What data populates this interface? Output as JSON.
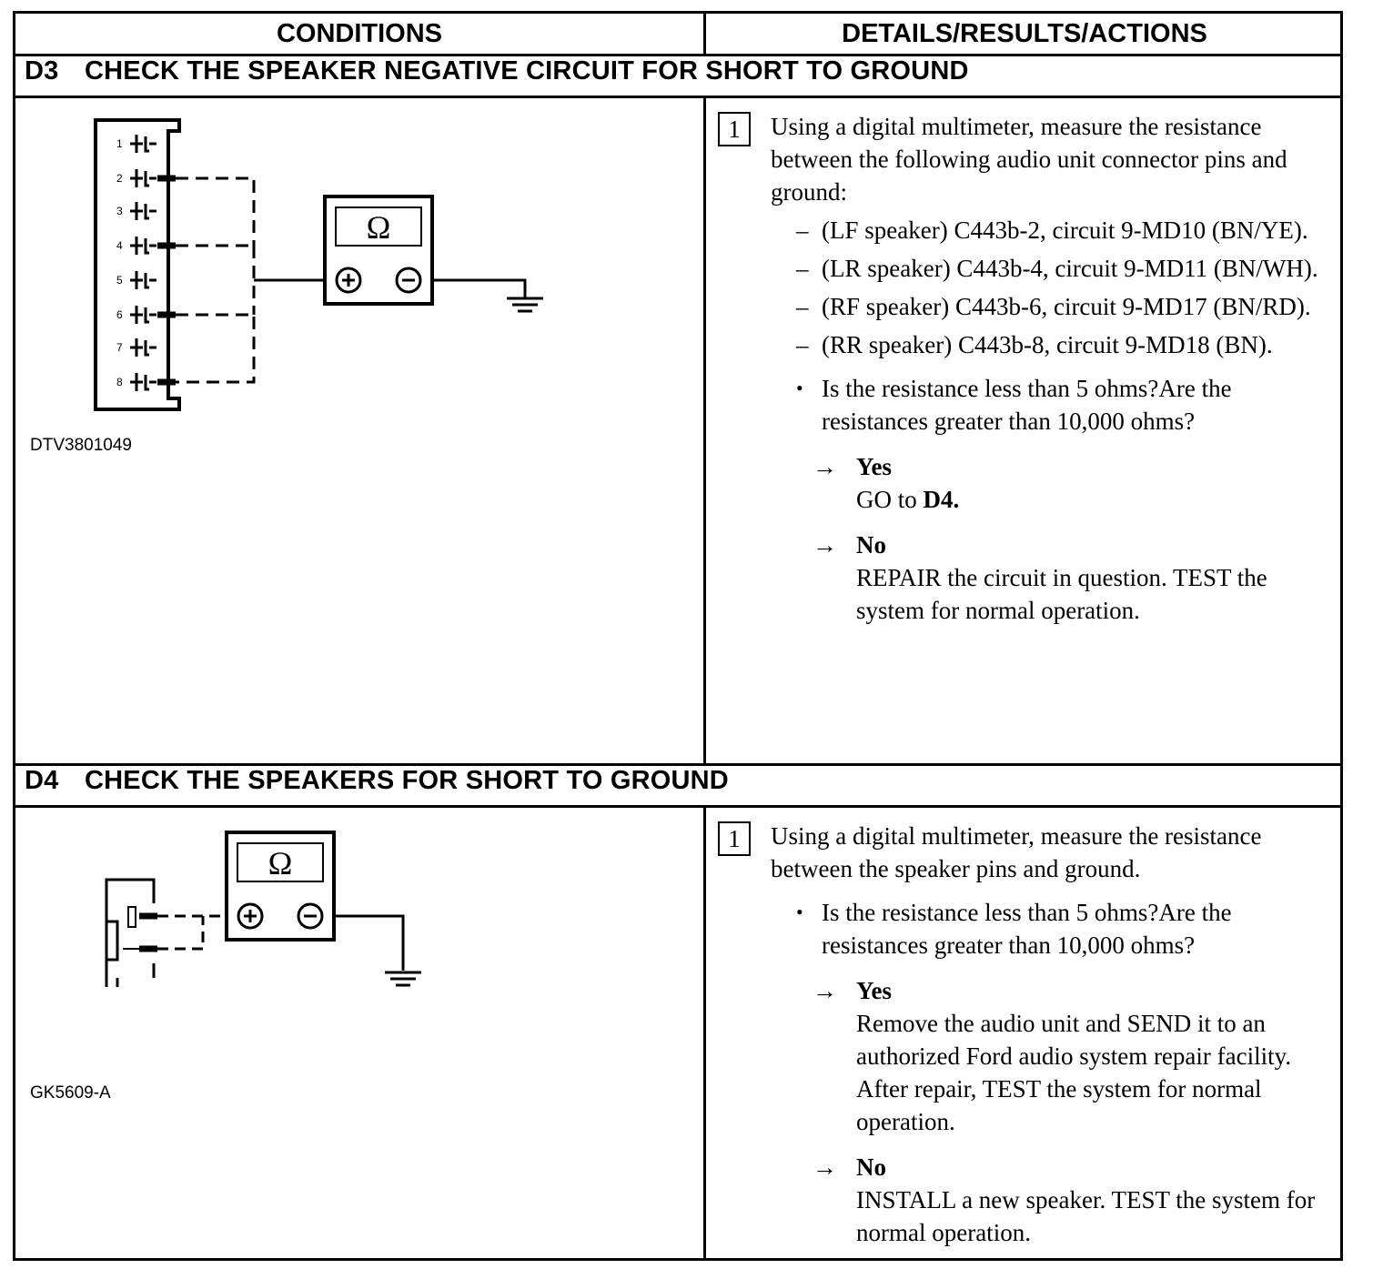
{
  "header": {
    "conditions": "CONDITIONS",
    "details": "DETAILS/RESULTS/ACTIONS"
  },
  "steps": [
    {
      "id": "D3",
      "title": "CHECK THE SPEAKER NEGATIVE CIRCUIT FOR SHORT TO GROUND",
      "figure_caption": "DTV3801049",
      "figure": {
        "meter_symbol": "Ω",
        "pin_labels": [
          "1",
          "2",
          "3",
          "4",
          "5",
          "6",
          "7",
          "8"
        ]
      },
      "box_number": "1",
      "instruction": "Using a digital multimeter, measure the resistance between the following audio unit connector pins and ground:",
      "dash_marker": "–",
      "items": [
        "(LF speaker) C443b-2, circuit 9-MD10 (BN/YE).",
        "(LR speaker) C443b-4, circuit 9-MD11 (BN/WH).",
        "(RF speaker) C443b-6, circuit 9-MD17 (BN/RD).",
        "(RR speaker) C443b-8, circuit 9-MD18 (BN)."
      ],
      "bullet_marker": "•",
      "question": "Is the resistance less than 5 ohms?Are the resistances greater than 10,000 ohms?",
      "arrow": "→",
      "yes": {
        "label": "Yes",
        "action_prefix": "GO to ",
        "action_bold": "D4."
      },
      "no": {
        "label": "No",
        "action": "REPAIR the circuit in question. TEST the system for normal operation."
      }
    },
    {
      "id": "D4",
      "title": "CHECK THE SPEAKERS FOR SHORT TO GROUND",
      "figure_caption": "GK5609-A",
      "figure": {
        "meter_symbol": "Ω"
      },
      "box_number": "1",
      "instruction": "Using a digital multimeter, measure the resistance between the speaker pins and ground.",
      "bullet_marker": "•",
      "question": "Is the resistance less than 5 ohms?Are the resistances greater than 10,000 ohms?",
      "arrow": "→",
      "yes": {
        "label": "Yes",
        "action": "Remove the audio unit and SEND it to an authorized Ford audio system repair facility. After repair, TEST the system for normal operation."
      },
      "no": {
        "label": "No",
        "action": "INSTALL a new speaker. TEST the system for normal operation."
      }
    }
  ]
}
